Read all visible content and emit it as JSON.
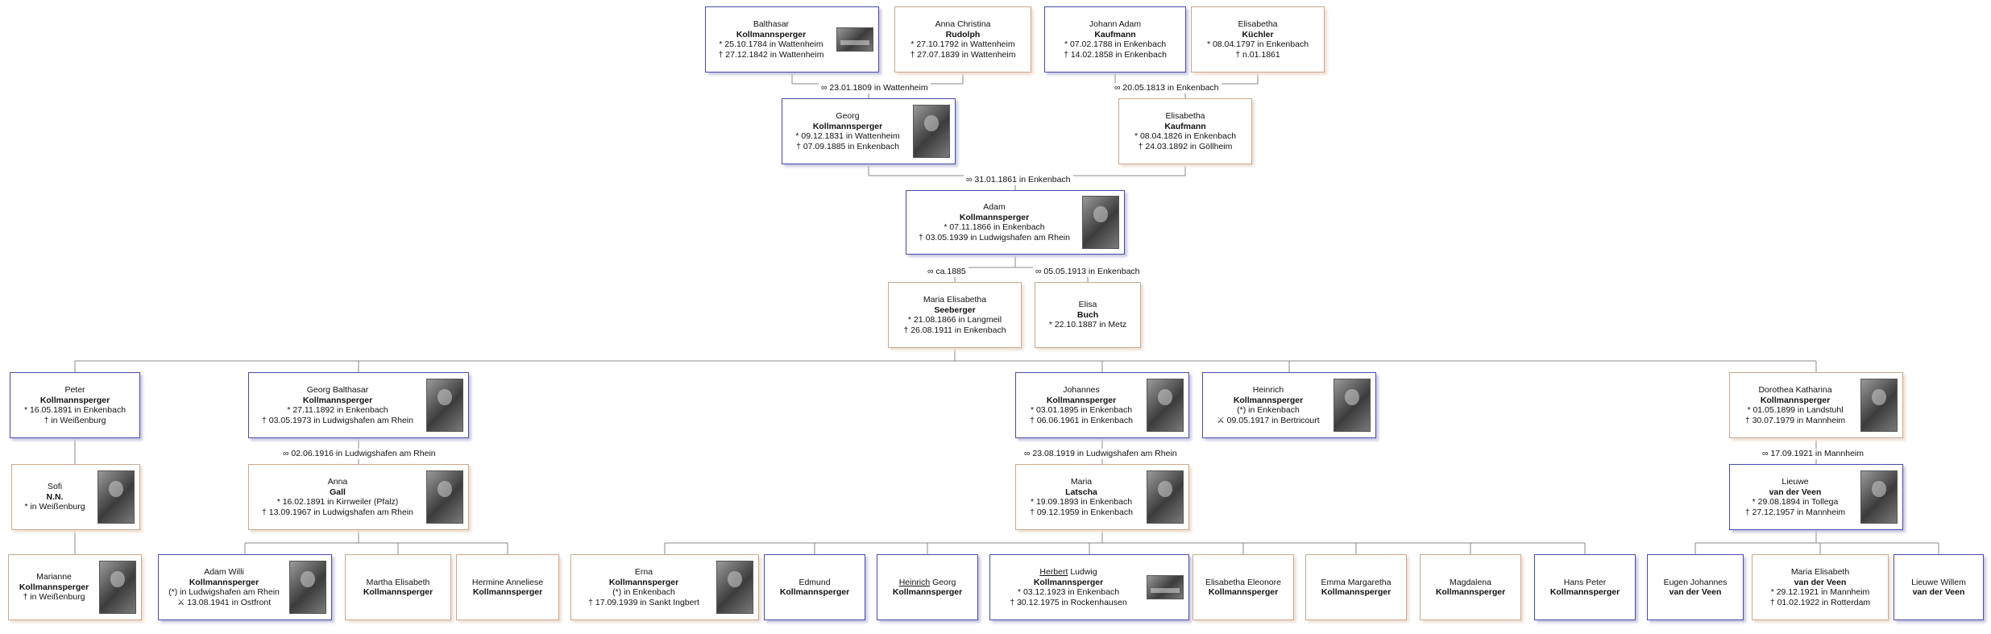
{
  "people": [
    {
      "id": "balthasar",
      "given": "Balthasar",
      "surname": "Kollmannsperger",
      "lines": [
        "* 25.10.1784 in Wattenheim",
        "† 27.12.1842 in Wattenheim"
      ],
      "sex": "m",
      "photo": "landscape"
    },
    {
      "id": "anna_christina",
      "given": "Anna Christina",
      "surname": "Rudolph",
      "lines": [
        "* 27.10.1792 in Wattenheim",
        "† 27.07.1839 in Wattenheim"
      ],
      "sex": "f",
      "photo": ""
    },
    {
      "id": "johann_adam",
      "given": "Johann Adam",
      "surname": "Kaufmann",
      "lines": [
        "* 07.02.1788 in Enkenbach",
        "† 14.02.1858 in Enkenbach"
      ],
      "sex": "m",
      "photo": ""
    },
    {
      "id": "elisabetha_k",
      "given": "Elisabetha",
      "surname": "Küchler",
      "lines": [
        "* 08.04.1797 in Enkenbach",
        "† n.01.1861"
      ],
      "sex": "f",
      "photo": ""
    },
    {
      "id": "georg",
      "given": "Georg",
      "surname": "Kollmannsperger",
      "lines": [
        "* 09.12.1831 in Wattenheim",
        "† 07.09.1885 in Enkenbach"
      ],
      "sex": "m",
      "photo": "portrait"
    },
    {
      "id": "elisabetha_kauf",
      "given": "Elisabetha",
      "surname": "Kaufmann",
      "lines": [
        "* 08.04.1826 in Enkenbach",
        "† 24.03.1892 in Göllheim"
      ],
      "sex": "f",
      "photo": ""
    },
    {
      "id": "adam",
      "given": "Adam",
      "surname": "Kollmannsperger",
      "lines": [
        "* 07.11.1866 in Enkenbach",
        "† 03.05.1939 in Ludwigshafen am Rhein"
      ],
      "sex": "m",
      "photo": "portrait"
    },
    {
      "id": "maria_elisabetha",
      "given": "Maria Elisabetha",
      "surname": "Seeberger",
      "lines": [
        "* 21.08.1866 in Langmeil",
        "† 26.08.1911 in Enkenbach"
      ],
      "sex": "f",
      "photo": ""
    },
    {
      "id": "elisa",
      "given": "Elisa",
      "surname": "Buch",
      "lines": [
        "* 22.10.1887 in Metz"
      ],
      "sex": "f",
      "photo": ""
    },
    {
      "id": "peter",
      "given": "Peter",
      "surname": "Kollmannsperger",
      "lines": [
        "* 16.05.1891 in Enkenbach",
        "† in Weißenburg"
      ],
      "sex": "m",
      "photo": ""
    },
    {
      "id": "georg_balthasar",
      "given": "Georg Balthasar",
      "surname": "Kollmannsperger",
      "lines": [
        "* 27.11.1892 in Enkenbach",
        "† 03.05.1973 in Ludwigshafen am Rhein"
      ],
      "sex": "m",
      "photo": "portrait"
    },
    {
      "id": "johannes",
      "given": "Johannes",
      "surname": "Kollmannsperger",
      "lines": [
        "* 03.01.1895 in Enkenbach",
        "† 06.06.1961 in Enkenbach"
      ],
      "sex": "m",
      "photo": "portrait"
    },
    {
      "id": "heinrich",
      "given": "Heinrich",
      "surname": "Kollmannsperger",
      "lines": [
        "(*) in Enkenbach",
        "⚔ 09.05.1917 in Bertricourt"
      ],
      "sex": "m",
      "photo": "portrait"
    },
    {
      "id": "dorothea",
      "given": "Dorothea Katharina",
      "surname": "Kollmannsperger",
      "lines": [
        "* 01.05.1899 in Landstuhl",
        "† 30.07.1979 in Mannheim"
      ],
      "sex": "f",
      "photo": "portrait"
    },
    {
      "id": "sofi",
      "given": "Sofi",
      "surname": "N.N.",
      "lines": [
        "* in Weißenburg"
      ],
      "sex": "f",
      "photo": "portrait"
    },
    {
      "id": "anna_gall",
      "given": "Anna",
      "surname": "Gall",
      "lines": [
        "* 16.02.1891 in Kirrweiler (Pfalz)",
        "† 13.09.1967 in Ludwigshafen am Rhein"
      ],
      "sex": "f",
      "photo": "portrait"
    },
    {
      "id": "maria_latscha",
      "given": "Maria",
      "surname": "Latscha",
      "lines": [
        "* 19.09.1893 in Enkenbach",
        "† 09.12.1959 in Enkenbach"
      ],
      "sex": "f",
      "photo": "portrait"
    },
    {
      "id": "lieuwe",
      "given": "Lieuwe",
      "surname": "van der Veen",
      "lines": [
        "* 29.08.1894 in Tollega",
        "† 27.12.1957 in Mannheim"
      ],
      "sex": "m",
      "photo": "portrait"
    },
    {
      "id": "marianne",
      "given": "Marianne",
      "surname": "Kollmannsperger",
      "lines": [
        "† in Weißenburg"
      ],
      "sex": "f",
      "photo": "portrait"
    },
    {
      "id": "adam_willi",
      "given": "Adam Willi",
      "surname": "Kollmannsperger",
      "lines": [
        "(*) in Ludwigshafen am Rhein",
        "⚔ 13.08.1941 in Ostfront"
      ],
      "sex": "m",
      "photo": "portrait"
    },
    {
      "id": "martha",
      "given": "Martha Elisabeth",
      "surname": "Kollmannsperger",
      "lines": [],
      "sex": "f",
      "photo": ""
    },
    {
      "id": "hermine",
      "given": "Hermine Anneliese",
      "surname": "Kollmannsperger",
      "lines": [],
      "sex": "f",
      "photo": ""
    },
    {
      "id": "erna",
      "given": "Erna",
      "surname": "Kollmannsperger",
      "lines": [
        "(*) in Enkenbach",
        "† 17.09.1939 in Sankt Ingbert"
      ],
      "sex": "f",
      "photo": "portrait"
    },
    {
      "id": "edmund",
      "given": "Edmund",
      "surname": "Kollmannsperger",
      "lines": [],
      "sex": "m",
      "photo": ""
    },
    {
      "id": "heinrich_georg",
      "given": "Heinrich Georg",
      "givenUnderline": "Heinrich",
      "givenRest": " Georg",
      "surname": "Kollmannsperger",
      "lines": [],
      "sex": "m",
      "photo": ""
    },
    {
      "id": "herbert",
      "given": "Herbert Ludwig",
      "givenUnderline": "Herbert",
      "givenRest": " Ludwig",
      "surname": "Kollmannsperger",
      "lines": [
        "* 03.12.1923 in Enkenbach",
        "† 30.12.1975 in Rockenhausen"
      ],
      "sex": "m",
      "photo": "landscape"
    },
    {
      "id": "elisabetha_eleonore",
      "given": "Elisabetha Eleonore",
      "surname": "Kollmannsperger",
      "lines": [],
      "sex": "f",
      "photo": ""
    },
    {
      "id": "emma",
      "given": "Emma Margaretha",
      "surname": "Kollmannsperger",
      "lines": [],
      "sex": "f",
      "photo": ""
    },
    {
      "id": "magdalena",
      "given": "Magdalena",
      "surname": "Kollmannsperger",
      "lines": [],
      "sex": "f",
      "photo": ""
    },
    {
      "id": "hans_peter",
      "given": "Hans Peter",
      "surname": "Kollmannsperger",
      "lines": [],
      "sex": "m",
      "photo": ""
    },
    {
      "id": "eugen",
      "given": "Eugen Johannes",
      "surname": "van der Veen",
      "lines": [],
      "sex": "m",
      "photo": ""
    },
    {
      "id": "maria_elisabeth_vdv",
      "given": "Maria Elisabeth",
      "surname": "van der Veen",
      "lines": [
        "* 29.12.1921 in Mannheim",
        "† 01.02.1922 in Rotterdam"
      ],
      "sex": "f",
      "photo": ""
    },
    {
      "id": "lieuwe_willem",
      "given": "Lieuwe Willem",
      "surname": "van der Veen",
      "lines": [],
      "sex": "m",
      "photo": ""
    }
  ],
  "marriages": [
    {
      "id": "m1",
      "text": "∞ 23.01.1809 in Wattenheim"
    },
    {
      "id": "m2",
      "text": "∞ 20.05.1813 in Enkenbach"
    },
    {
      "id": "m3",
      "text": "∞ 31.01.1861 in Enkenbach"
    },
    {
      "id": "m4",
      "text": "∞ ca.1885"
    },
    {
      "id": "m5",
      "text": "∞ 05.05.1913 in Enkenbach"
    },
    {
      "id": "m6",
      "text": "∞ 02.06.1916 in Ludwigshafen am Rhein"
    },
    {
      "id": "m7",
      "text": "∞ 23.08.1919 in Ludwigshafen am Rhein"
    },
    {
      "id": "m8",
      "text": "∞ 17.09.1921 in Mannheim"
    }
  ]
}
